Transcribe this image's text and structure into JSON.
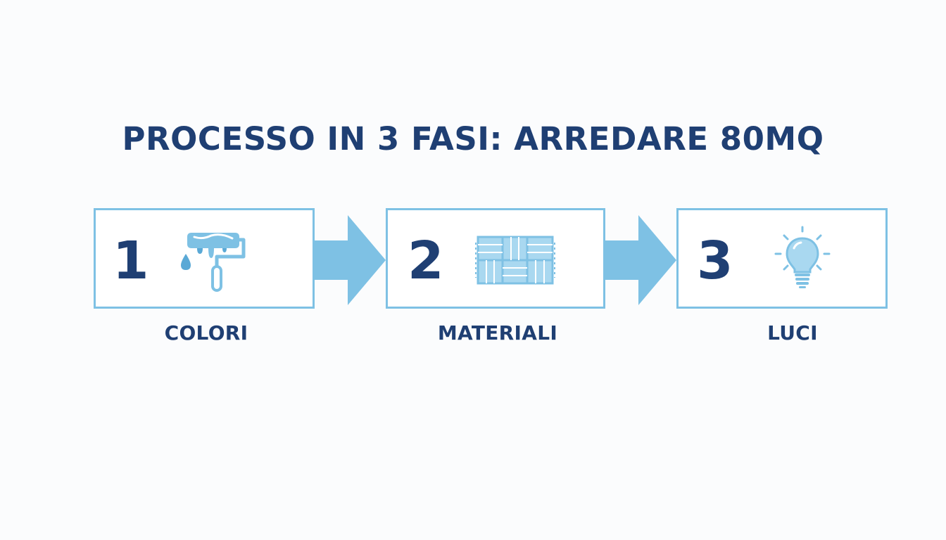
{
  "title": "PROCESSO IN 3 FASI: ARREDARE 80MQ",
  "colors": {
    "text": "#1f3f73",
    "accent": "#7ec1e4",
    "accent_dark": "#5aa9d6",
    "background": "#fbfcfd"
  },
  "steps": [
    {
      "number": "1",
      "icon": "paint-roller-icon",
      "label": "COLORI"
    },
    {
      "number": "2",
      "icon": "parquet-tiles-icon",
      "label": "MATERIALI"
    },
    {
      "number": "3",
      "icon": "light-bulb-icon",
      "label": "LUCI"
    }
  ]
}
